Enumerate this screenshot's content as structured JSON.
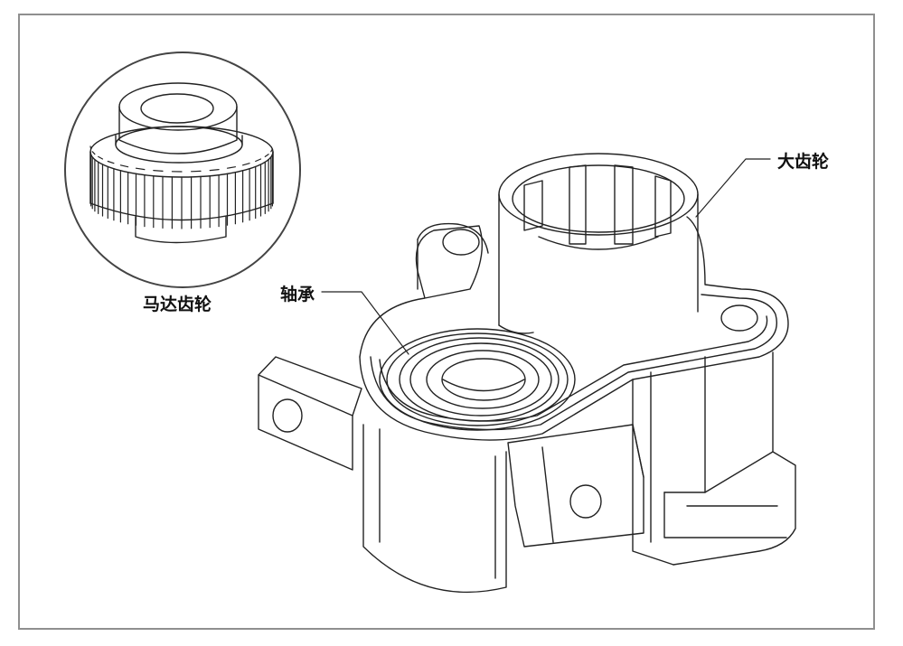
{
  "labels": {
    "motor_gear": "马达齿轮",
    "bearing": "轴承",
    "big_gear": "大齿轮"
  }
}
